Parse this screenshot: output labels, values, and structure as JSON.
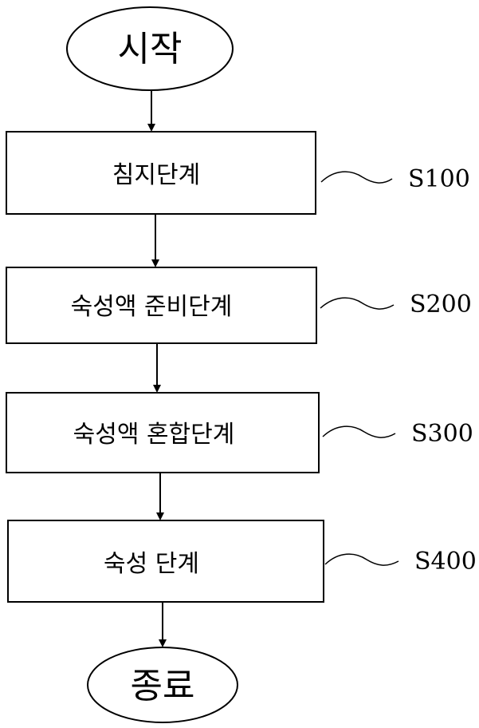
{
  "start": {
    "label": "시작"
  },
  "end": {
    "label": "종료"
  },
  "steps": [
    {
      "label": "침지단계",
      "code": "S100"
    },
    {
      "label": "숙성액 준비단계",
      "code": "S200"
    },
    {
      "label": "숙성액 혼합단계",
      "code": "S300"
    },
    {
      "label": "숙성 단계",
      "code": "S400"
    }
  ]
}
